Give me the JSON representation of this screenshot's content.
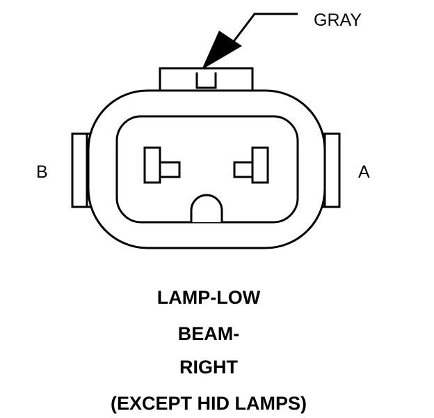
{
  "callouts": {
    "color_label": "GRAY",
    "terminal_a": "A",
    "terminal_b": "B"
  },
  "caption": {
    "line1": "LAMP-LOW",
    "line2": "BEAM-",
    "line3": "RIGHT",
    "line4": "(EXCEPT HID LAMPS)"
  },
  "colors": {
    "ink": "#000000",
    "background": "#ffffff"
  }
}
